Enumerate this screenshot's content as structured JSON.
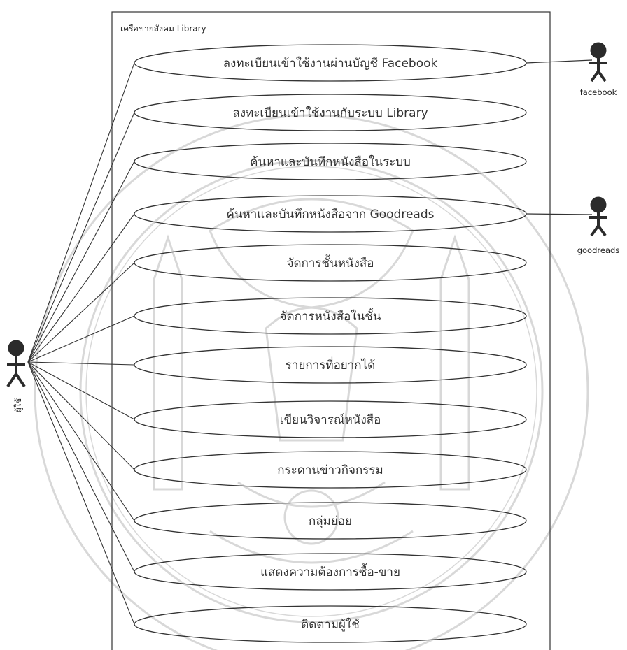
{
  "system": {
    "title": "เครือข่ายสังคม Library"
  },
  "actors": {
    "user": {
      "label": "ผู้ใช้"
    },
    "facebook": {
      "label": "facebook"
    },
    "goodreads": {
      "label": "goodreads"
    }
  },
  "use_cases": [
    {
      "label": "ลงทะเบียนเข้าใช้งานผ่านบัญชี Facebook",
      "external": "facebook"
    },
    {
      "label": "ลงทะเบียนเข้าใช้งานกับระบบ Library"
    },
    {
      "label": "ค้นหาและบันทึกหนังสือในระบบ"
    },
    {
      "label": "ค้นหาและบันทึกหนังสือจาก Goodreads",
      "external": "goodreads"
    },
    {
      "label": "จัดการชั้นหนังสือ"
    },
    {
      "label": "จัดการหนังสือในชั้น"
    },
    {
      "label": "รายการที่อยากได้"
    },
    {
      "label": "เขียนวิจารณ์หนังสือ"
    },
    {
      "label": "กระดานข่าวกิจกรรม"
    },
    {
      "label": "กลุ่มย่อย"
    },
    {
      "label": "แสดงความต้องการซื้อ-ขาย"
    },
    {
      "label": "ติดตามผู้ใช้"
    }
  ],
  "colors": {
    "line": "#333333",
    "actor": "#2b2b2b",
    "watermark": "#d9d9d9"
  }
}
